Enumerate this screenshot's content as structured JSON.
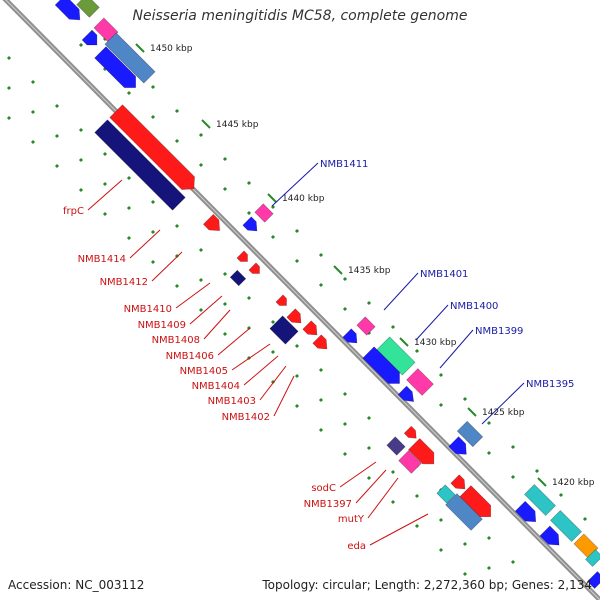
{
  "title": "Neisseria meningitidis MC58, complete genome",
  "accession": "Accession: NC_003112",
  "summary": "Topology: circular; Length: 2,272,360 bp; Genes: 2,134",
  "ticks": [
    "1450 kbp",
    "1445 kbp",
    "1440 kbp",
    "1435 kbp",
    "1430 kbp",
    "1425 kbp",
    "1420 kbp"
  ],
  "labels_left": [
    "frpC",
    "NMB1414",
    "NMB1412",
    "NMB1410",
    "NMB1409",
    "NMB1408",
    "NMB1406",
    "NMB1405",
    "NMB1404",
    "NMB1403",
    "NMB1402",
    "sodC",
    "NMB1397",
    "mutY",
    "eda"
  ],
  "labels_right": [
    "NMB1411",
    "NMB1401",
    "NMB1400",
    "NMB1399",
    "NMB1395"
  ],
  "colors": {
    "backbone": "#909090",
    "dots": "#2a8a2a",
    "red": "#ff1a1a",
    "navy": "#14147a",
    "blue": "#1a1aff",
    "pink": "#ff3aa8",
    "steel": "#4f86c6",
    "green": "#33e39a",
    "cyan": "#2cc4c4",
    "orange": "#ff9900"
  }
}
